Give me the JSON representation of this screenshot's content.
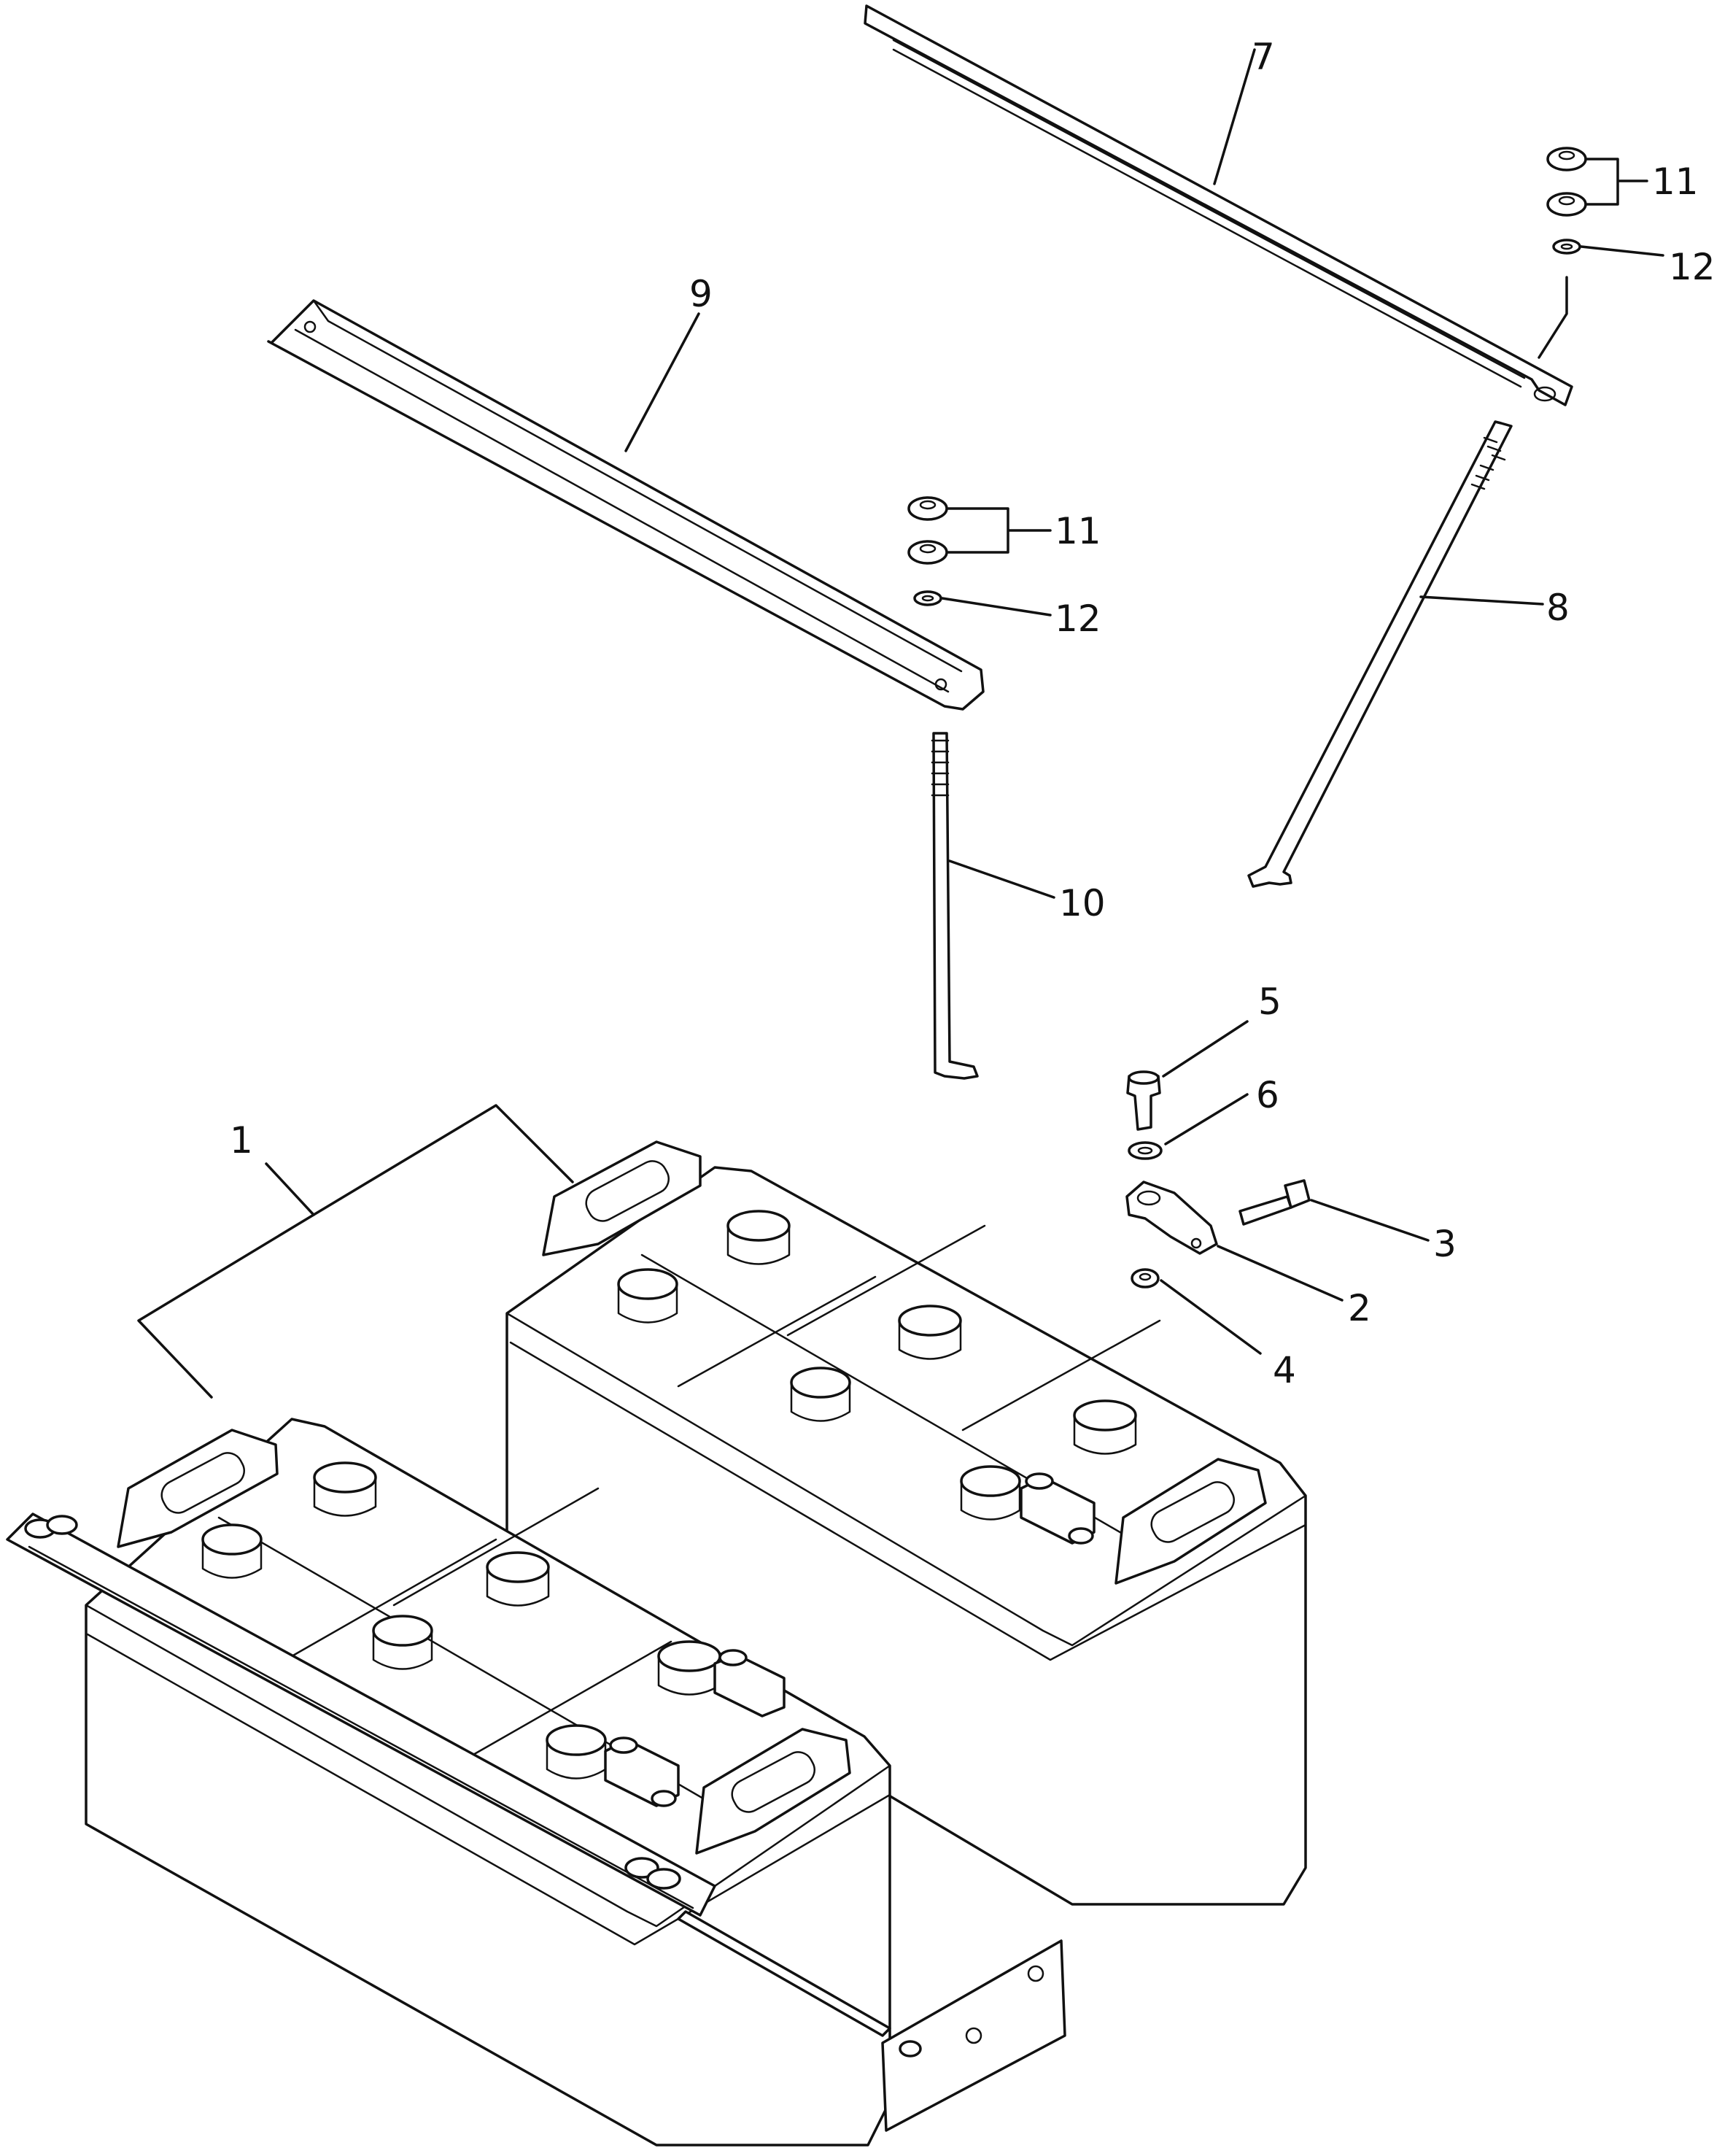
{
  "callouts": [
    {
      "id": "c1",
      "text": "1"
    },
    {
      "id": "c2",
      "text": "2"
    },
    {
      "id": "c3",
      "text": "3"
    },
    {
      "id": "c4",
      "text": "4"
    },
    {
      "id": "c5",
      "text": "5"
    },
    {
      "id": "c6",
      "text": "6"
    },
    {
      "id": "c7",
      "text": "7"
    },
    {
      "id": "c8",
      "text": "8"
    },
    {
      "id": "c9",
      "text": "9"
    },
    {
      "id": "c10",
      "text": "10"
    },
    {
      "id": "c11a",
      "text": "11"
    },
    {
      "id": "c12a",
      "text": "12"
    },
    {
      "id": "c11b",
      "text": "11"
    },
    {
      "id": "c12b",
      "text": "12"
    }
  ]
}
